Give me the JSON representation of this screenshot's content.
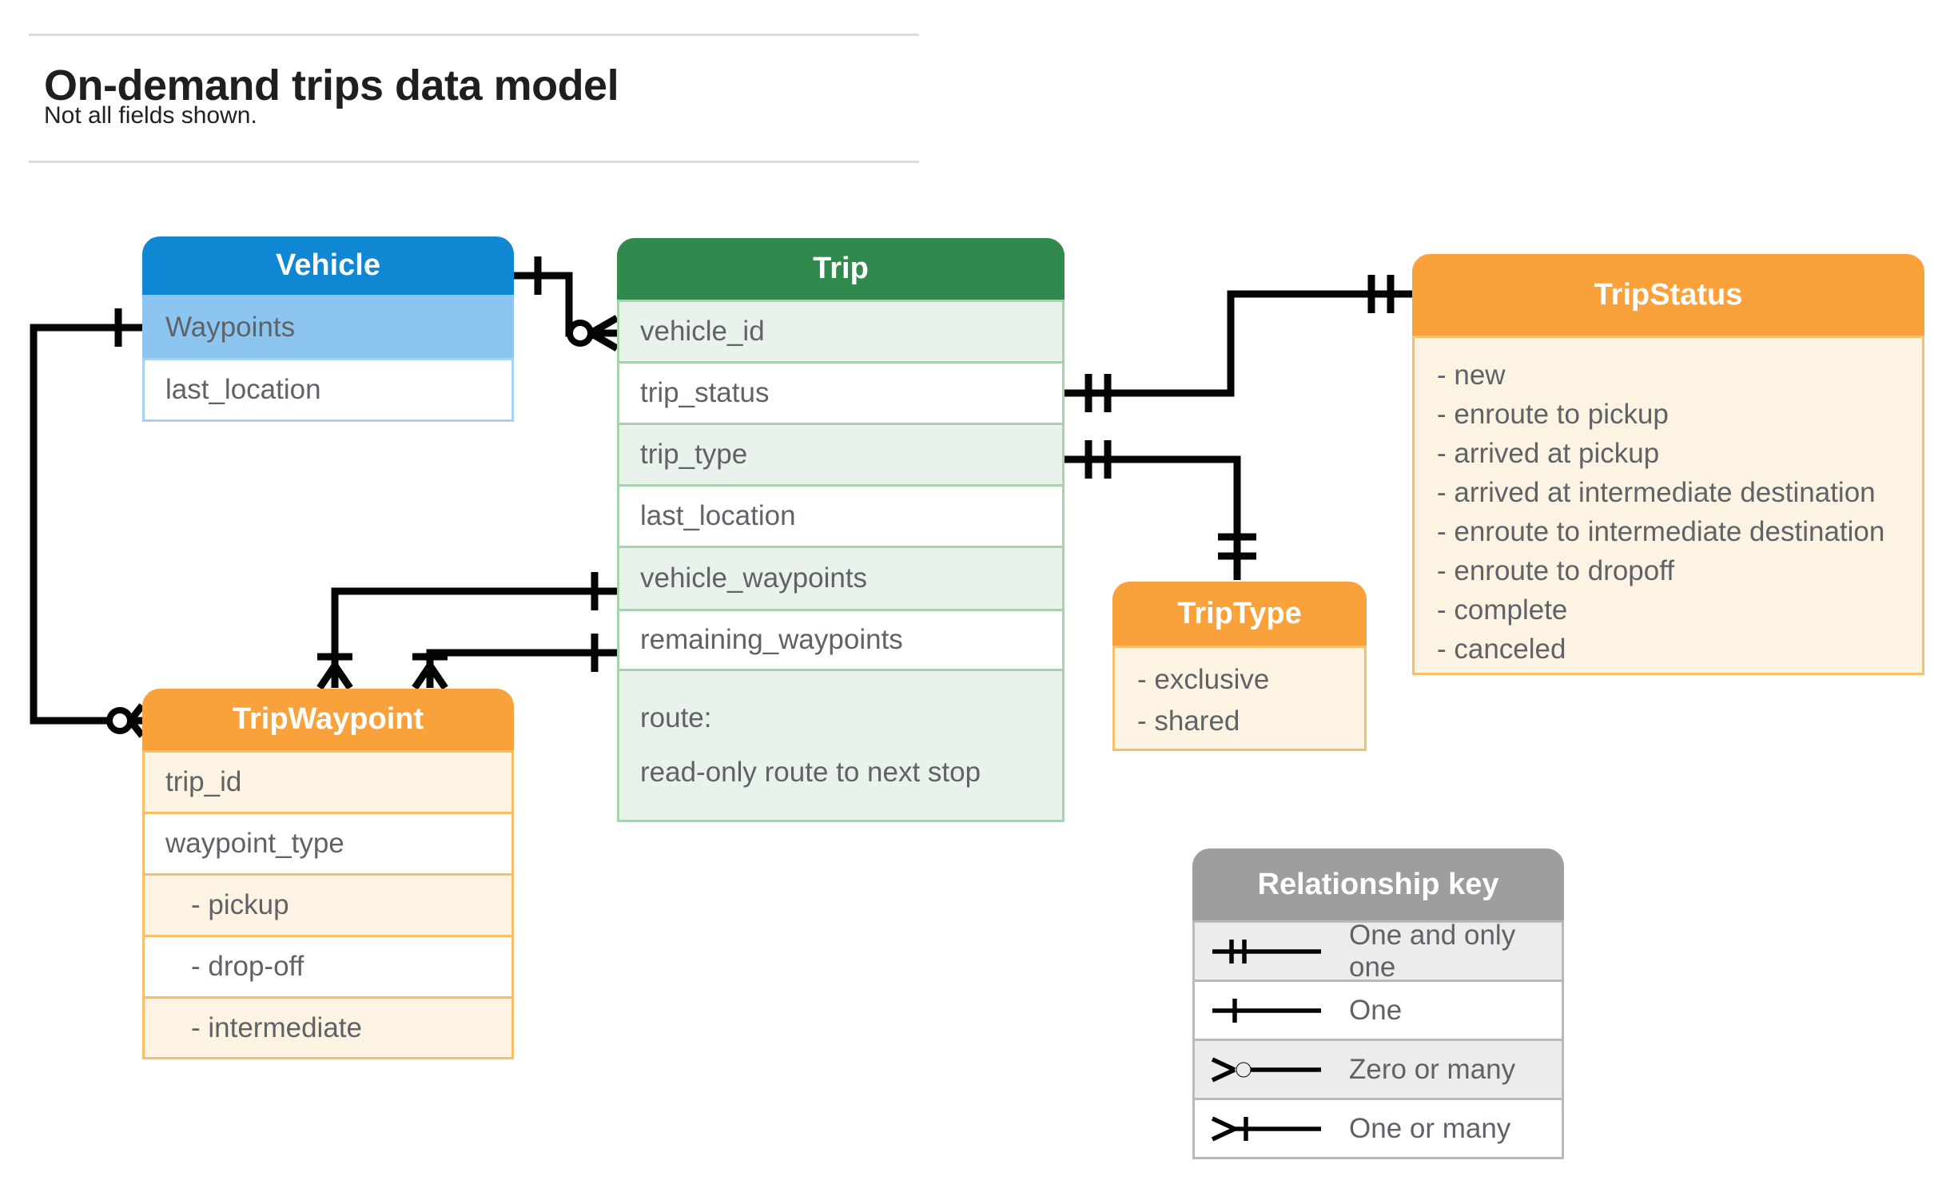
{
  "page": {
    "title": "On-demand trips data model",
    "subtitle": "Not all fields shown."
  },
  "tables": {
    "vehicle": {
      "title": "Vehicle",
      "rows": [
        "Waypoints",
        "last_location"
      ]
    },
    "trip": {
      "title": "Trip",
      "rows": [
        "vehicle_id",
        "trip_status",
        "trip_type",
        "last_location",
        "vehicle_waypoints",
        "remaining_waypoints"
      ],
      "route_row": {
        "line1": "route:",
        "line2": "read-only route to next stop"
      }
    },
    "trip_status": {
      "title": "TripStatus",
      "items": [
        "- new",
        "- enroute to pickup",
        "- arrived at pickup",
        "- arrived at intermediate destination",
        "- enroute to intermediate destination",
        "- enroute to dropoff",
        "- complete",
        "- canceled"
      ]
    },
    "trip_type": {
      "title": "TripType",
      "items": [
        "- exclusive",
        "- shared"
      ]
    },
    "trip_waypoint": {
      "title": "TripWaypoint",
      "rows": [
        "trip_id",
        "waypoint_type",
        "- pickup",
        "- drop-off",
        "- intermediate"
      ]
    }
  },
  "legend": {
    "title": "Relationship key",
    "rows": [
      {
        "icon": "one-and-only-one-icon",
        "label": "One and only one"
      },
      {
        "icon": "one-icon",
        "label": "One"
      },
      {
        "icon": "zero-or-many-icon",
        "label": "Zero or many"
      },
      {
        "icon": "one-or-many-icon",
        "label": "One or many"
      }
    ]
  },
  "connectors": [
    {
      "from": "Vehicle",
      "to": "Trip.vehicle_id",
      "from_symbol": "one",
      "to_symbol": "zero-or-many"
    },
    {
      "from": "Vehicle.Waypoints",
      "to": "TripWaypoint",
      "from_symbol": "one",
      "to_symbol": "zero-or-many"
    },
    {
      "from": "Trip.trip_status",
      "to": "TripStatus",
      "from_symbol": "one-and-only-one",
      "to_symbol": "one-and-only-one"
    },
    {
      "from": "Trip.trip_type",
      "to": "TripType",
      "from_symbol": "one-and-only-one",
      "to_symbol": "one-and-only-one"
    },
    {
      "from": "Trip.vehicle_waypoints",
      "to": "TripWaypoint",
      "from_symbol": "one",
      "to_symbol": "one-or-many"
    },
    {
      "from": "Trip.remaining_waypoints",
      "to": "TripWaypoint",
      "from_symbol": "one",
      "to_symbol": "one-or-many"
    }
  ],
  "colors": {
    "blue_header": "#1087d2",
    "blue_row": "#8cc6f0",
    "blue_border": "#a6d3f4",
    "green_header": "#318a4d",
    "green_row": "#e9f3ec",
    "green_border": "#a4d3ae",
    "orange_header": "#f9a23c",
    "cream_row": "#fdf3e2",
    "orange_border": "#f6c06a",
    "gray_header": "#9e9e9e",
    "gray_row": "#ececec",
    "row_text": "#5f6368",
    "connector": "#050505"
  }
}
